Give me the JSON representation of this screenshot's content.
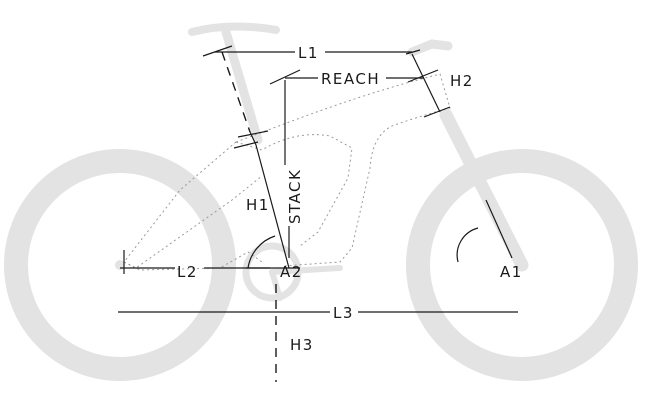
{
  "labels": {
    "l1": "L1",
    "reach": "REACH",
    "h2": "H2",
    "stack": "STACK",
    "h1": "H1",
    "l2": "L2",
    "a2": "A2",
    "a1": "A1",
    "l3": "L3",
    "h3": "H3"
  },
  "colors": {
    "ink": "#1a1a1a",
    "bike_silhouette": "#e3e3e3",
    "frame_outline": "#9a9a9a",
    "background": "#ffffff"
  }
}
